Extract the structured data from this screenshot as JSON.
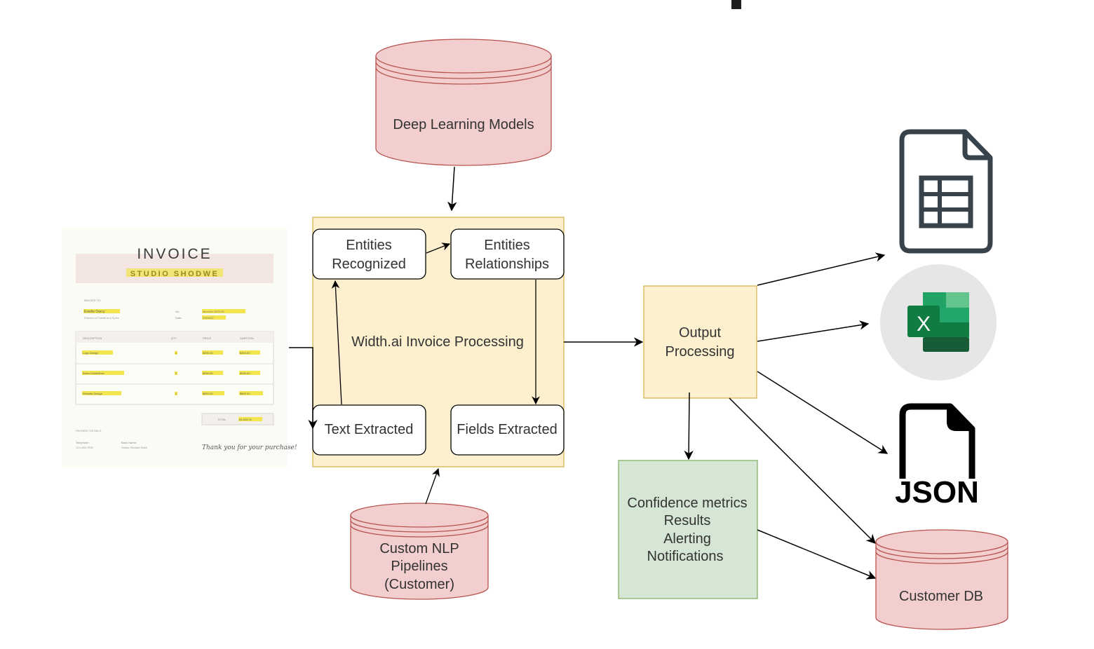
{
  "diagram": {
    "inputs": {
      "invoice_document": {
        "title": "INVOICE",
        "company": "STUDIO SHODWE",
        "invoice_to_label": "INVOICE TO:",
        "client_name": "Estelle Darcy",
        "client_role": "Director of Fradel and Spies",
        "no_label": "No:",
        "no_value": "#invoice 2022-09",
        "date_label": "Date:",
        "date_value": "09/09/22",
        "table_headers": [
          "DESCRIPTION",
          "QTY",
          "PRICE",
          "SUBTOTAL"
        ],
        "rows": [
          [
            "Logo Design",
            "1",
            "$300.00",
            "$300.00"
          ],
          [
            "Brand Guidelines",
            "1",
            "$550.00",
            "$550.00"
          ],
          [
            "Website Design",
            "1",
            "$800.00",
            "$800.00"
          ]
        ],
        "total_label": "TOTAL:",
        "total_value": "$1,650.00",
        "payment_details_label": "PAYMENT DETAILS:",
        "telephone_label": "Telephone:",
        "telephone_value": "123-456-7890",
        "bank_label": "Bank Name:",
        "bank_value": "Studio Shodwe Bank",
        "thank_you": "Thank you for your purchase!"
      }
    },
    "databases": {
      "deep_learning": "Deep Learning Models",
      "custom_nlp": [
        "Custom NLP",
        "Pipelines",
        "(Customer)"
      ],
      "customer_db": "Customer DB"
    },
    "processing_container": {
      "label": "Width.ai Invoice Processing",
      "steps": {
        "entities_recognized": [
          "Entities",
          "Recognized"
        ],
        "entities_relationships": [
          "Entities",
          "Relationships"
        ],
        "text_extracted": "Text Extracted",
        "fields_extracted": "Fields Extracted"
      }
    },
    "output_processing": [
      "Output",
      "Processing"
    ],
    "confidence_box": [
      "Confidence metrics",
      "Results",
      "Alerting",
      "Notifications"
    ],
    "outputs": {
      "sheets_icon": "spreadsheet-file",
      "excel_icon": "excel",
      "json_label": "JSON"
    },
    "colors": {
      "db_fill": "#f2cece",
      "db_stroke": "#b85450",
      "process_fill": "#fcf0cf",
      "process_stroke": "#d6b656",
      "green_fill": "#d6e6d4",
      "green_stroke": "#82b366",
      "excel_green": "#21a366"
    }
  }
}
